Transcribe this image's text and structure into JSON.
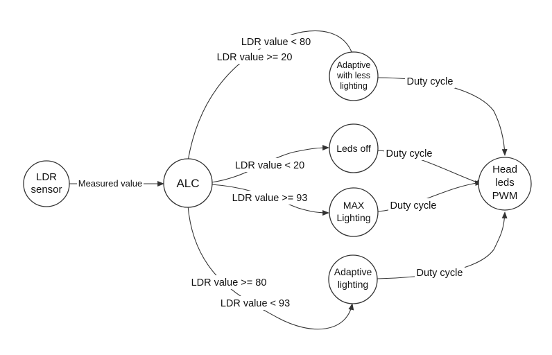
{
  "nodes": {
    "ldr_sensor": [
      "LDR",
      "sensor"
    ],
    "alc": [
      "ALC"
    ],
    "adaptive_less": [
      "Adaptive",
      "with less",
      "lighting"
    ],
    "leds_off": [
      "Leds off"
    ],
    "max_lighting": [
      "MAX",
      "Lighting"
    ],
    "adaptive_lighting": [
      "Adaptive",
      "lighting"
    ],
    "head_leds": [
      "Head",
      "leds",
      "PWM"
    ]
  },
  "edges": {
    "measured_value": "Measured value",
    "ldr_lt_80": "LDR value < 80",
    "ldr_ge_20": "LDR value >= 20",
    "ldr_lt_20": "LDR value < 20",
    "ldr_ge_93": "LDR value >= 93",
    "ldr_ge_80": "LDR value >= 80",
    "ldr_lt_93": "LDR value < 93",
    "duty_cycle_1": "Duty cycle",
    "duty_cycle_2": "Duty cycle",
    "duty_cycle_3": "Duty cycle",
    "duty_cycle_4": "Duty cycle"
  },
  "colors": {
    "stroke": "#333333",
    "text": "#111111",
    "background": "#ffffff"
  }
}
